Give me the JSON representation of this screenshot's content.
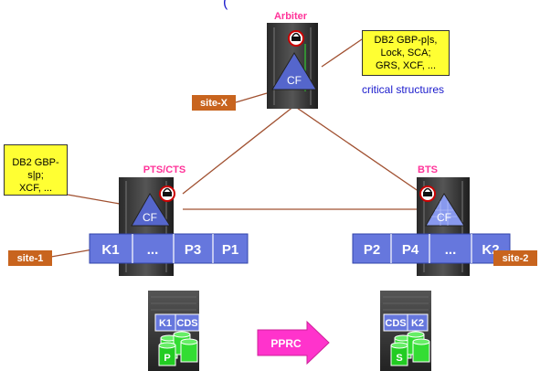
{
  "top_partial_title": "(",
  "nodes": {
    "arbiter": {
      "label": "Arbiter",
      "cf": "CF"
    },
    "pts": {
      "label": "PTS/CTS",
      "cf": "CF"
    },
    "bts": {
      "label": "BTS",
      "cf": "CF"
    }
  },
  "notes": {
    "arbiter_note": "DB2 GBP-p|s,\nLock, SCA;\nGRS, XCF, ...",
    "pts_note": "DB2 GBP-s|p;\nXCF, ..."
  },
  "critical_structures": "critical structures",
  "sites": {
    "x": "site-X",
    "one": "site-1",
    "two": "site-2"
  },
  "systems_left": [
    "K1",
    "...",
    "P3",
    "P1"
  ],
  "systems_right": [
    "P2",
    "P4",
    "...",
    "K2"
  ],
  "disks_left": {
    "a": "K1",
    "b": "CDS",
    "c": "P"
  },
  "disks_right": {
    "a": "CDS",
    "b": "K2",
    "c": "S"
  },
  "pprc": "PPRC",
  "colors": {
    "lines": "#a05030",
    "bar": "#6677dd",
    "cf": "#5566cc",
    "site": "#c8641e",
    "note": "#ffff33",
    "label": "#ff3399",
    "pprc": "#ff33cc",
    "disk": "#33dd33"
  }
}
